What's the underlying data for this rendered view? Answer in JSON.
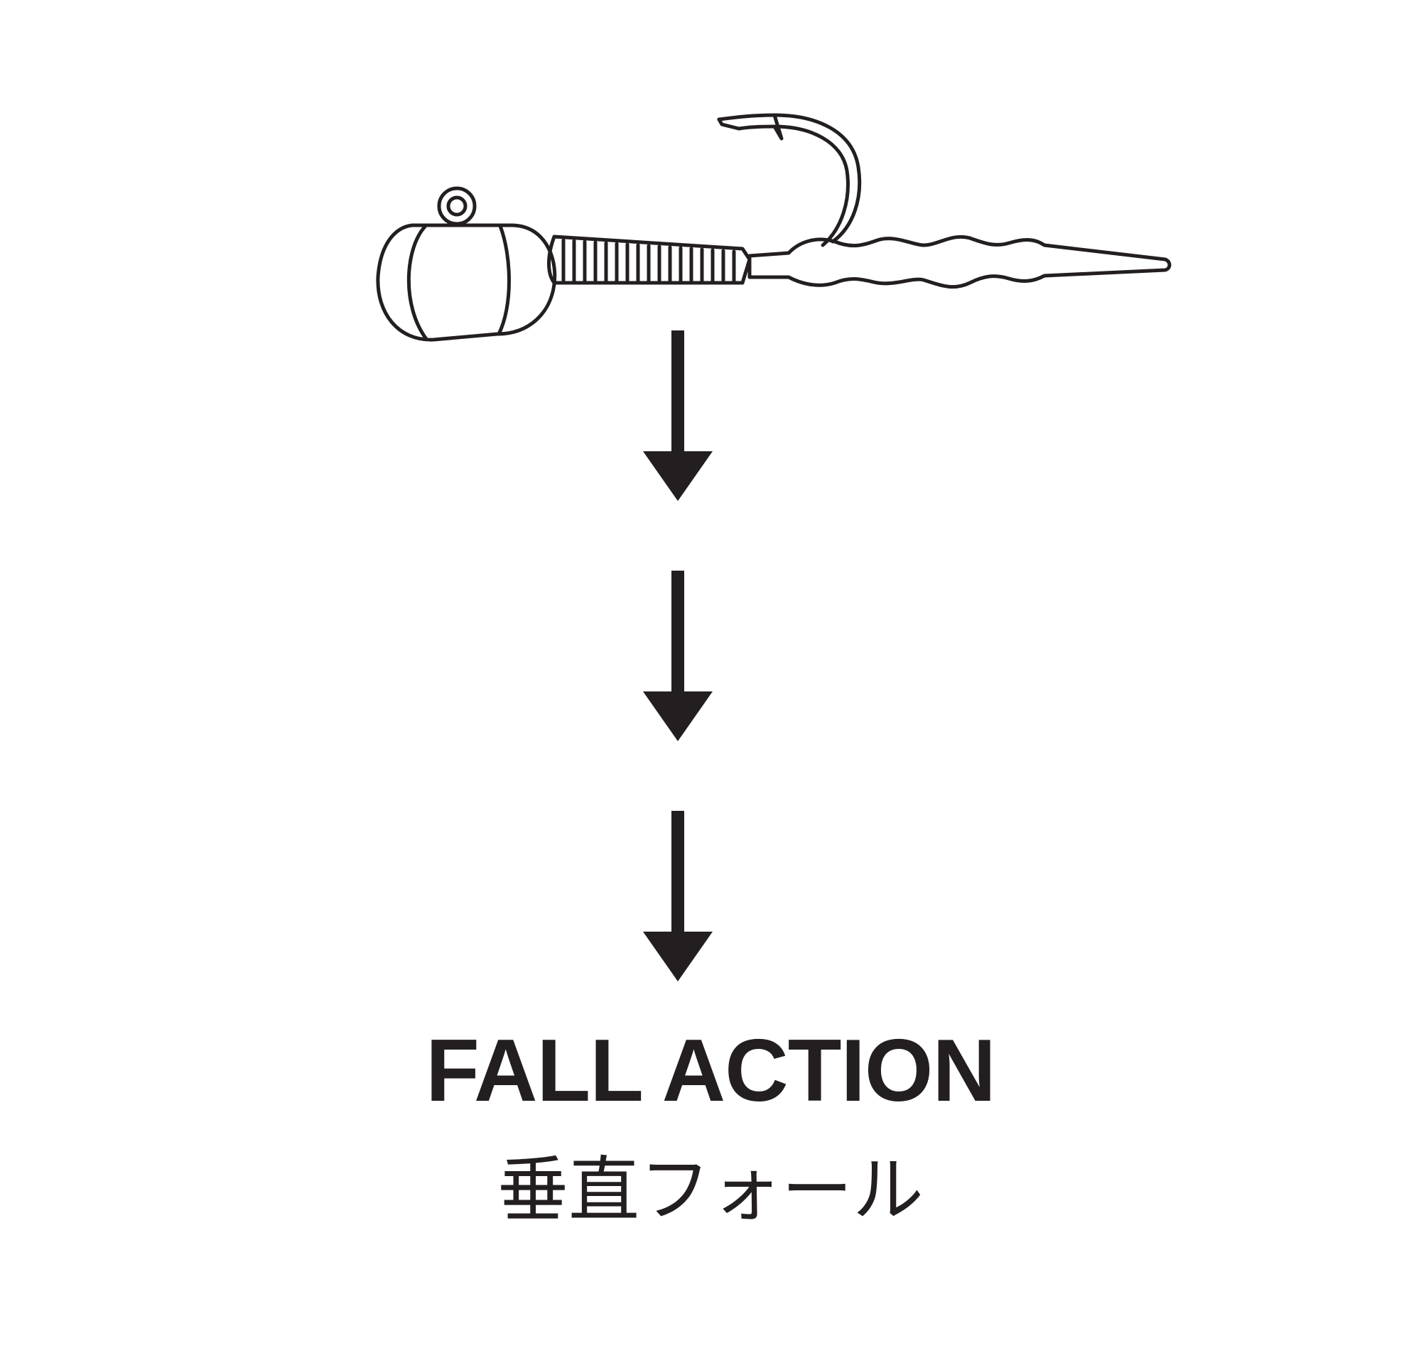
{
  "caption": {
    "title": "FALL ACTION",
    "subtitle": "垂直フォール"
  },
  "illustration": {
    "subject": "jig-head-with-worm",
    "direction": "downward",
    "arrow_count": 3,
    "colors": {
      "ink": "#231f20",
      "background": "#ffffff"
    }
  }
}
